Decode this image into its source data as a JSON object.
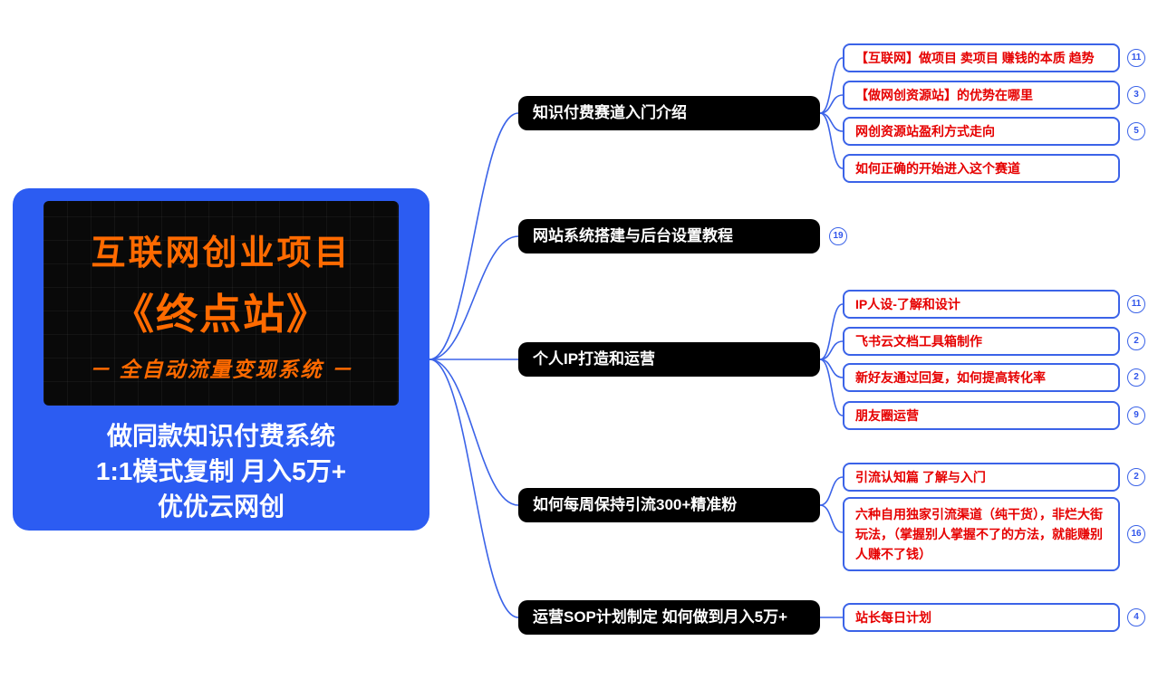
{
  "colors": {
    "root_fill": "#2c5cf2",
    "banner_fill": "#090909",
    "accent_orange": "#ff6a00",
    "branch_fill": "#000000",
    "connector_blue": "#3b63e8",
    "leaf_text_red": "#e60000"
  },
  "root": {
    "banner": {
      "line1": "互联网创业项目",
      "line2": "《终点站》",
      "line3": "－ 全自动流量变现系统 －"
    },
    "subtitle_lines": [
      "做同款知识付费系统",
      "1:1模式复制  月入5万+",
      "优优云网创"
    ]
  },
  "branches": [
    {
      "label": "知识付费赛道入门介绍",
      "children": [
        {
          "label": "【互联网】做项目 卖项目 赚钱的本质 趋势",
          "count": "11"
        },
        {
          "label": "【做网创资源站】的优势在哪里",
          "count": "3"
        },
        {
          "label": "网创资源站盈利方式走向",
          "count": "5"
        },
        {
          "label": "如何正确的开始进入这个赛道"
        }
      ]
    },
    {
      "label": "网站系统搭建与后台设置教程",
      "count": "19",
      "children": []
    },
    {
      "label": "个人IP打造和运营",
      "children": [
        {
          "label": "IP人设-了解和设计",
          "count": "11"
        },
        {
          "label": "飞书云文档工具箱制作",
          "count": "2"
        },
        {
          "label": "新好友通过回复，如何提高转化率",
          "count": "2"
        },
        {
          "label": "朋友圈运营",
          "count": "9"
        }
      ]
    },
    {
      "label": "如何每周保持引流300+精准粉",
      "children": [
        {
          "label": "引流认知篇 了解与入门",
          "count": "2"
        },
        {
          "label": "六种自用独家引流渠道（纯干货），非烂大街玩法，（掌握别人掌握不了的方法，就能赚别人赚不了钱）",
          "count": "16"
        }
      ]
    },
    {
      "label": "运营SOP计划制定 如何做到月入5万+",
      "children": [
        {
          "label": "站长每日计划",
          "count": "4"
        }
      ]
    }
  ]
}
